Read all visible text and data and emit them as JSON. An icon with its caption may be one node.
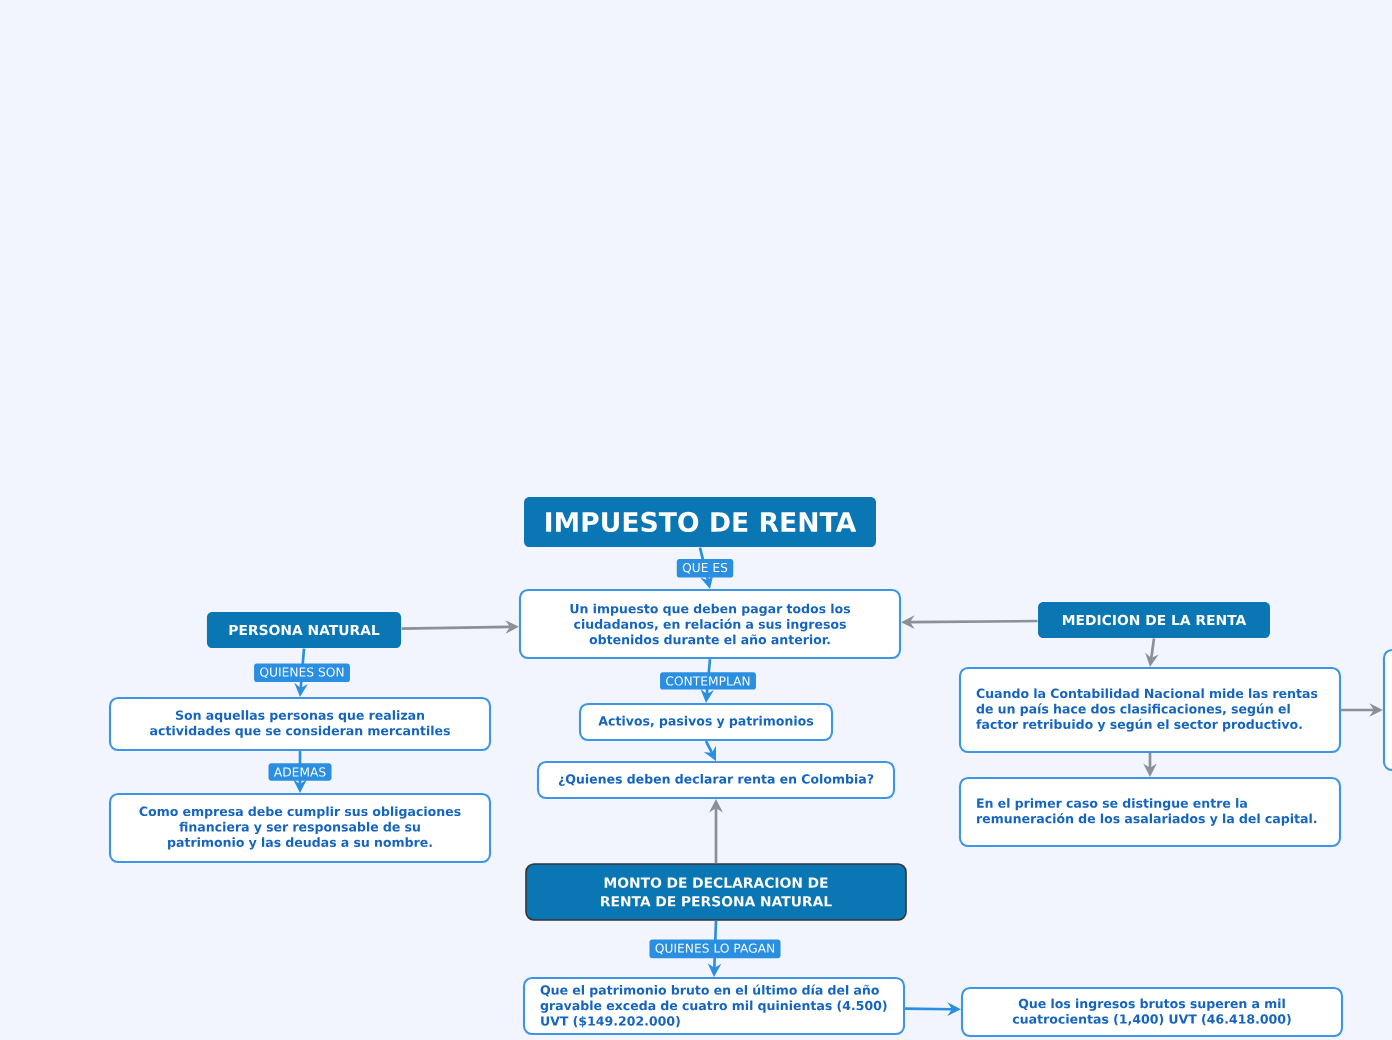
{
  "diagram": {
    "nodes": [
      {
        "text": [
          "IMPUESTO DE RENTA"
        ]
      },
      {
        "text": [
          "Un impuesto que deben pagar todos los ciudadanos, en relación a sus ingresos obtenidos durante el año anterior."
        ]
      },
      {
        "text": [
          "PERSONA NATURAL"
        ]
      },
      {
        "text": [
          "Son aquellas personas que realizan actividades que se consideran mercantiles"
        ]
      },
      {
        "text": [
          "Como empresa debe cumplir sus obligaciones financiera y ser responsable de su patrimonio y las deudas a su nombre."
        ]
      },
      {
        "text": [
          "Activos, pasivos y patrimonios"
        ]
      },
      {
        "text": [
          "¿Quienes deben declarar renta en Colombia?"
        ]
      },
      {
        "text": [
          "MEDICION DE LA RENTA"
        ]
      },
      {
        "text": [
          "Cuando la Contabilidad Nacional mide las rentas de un país hace dos clasificaciones, según el factor retribuido y según el sector productivo."
        ]
      },
      {
        "text": [
          "En el primer caso se distingue entre la remuneración de los asalariados y  la del capital."
        ]
      },
      {
        "text": [],
        "shape": "box"
      },
      {
        "text": [
          "MONTO DE DECLARACION DE RENTA DE PERSONA NATURAL"
        ]
      },
      {
        "text": [
          "Que el patrimonio bruto en el último día del año gravable exceda de cuatro mil quinientas (4.500) UVT ($149.202.000)"
        ]
      },
      {
        "text": [
          "Que los ingresos brutos superen a mil cuatrocientas (1,400) UVT (46.418.000)"
        ]
      }
    ],
    "edges": [
      {
        "from": 0,
        "to": 1,
        "arrow": "to",
        "label": "QUE ES"
      },
      {
        "from": 2,
        "to": 1,
        "arrow": "to",
        "color": "#8a8f98"
      },
      {
        "from": 7,
        "to": 1,
        "arrow": "to",
        "color": "#8a8f98"
      },
      {
        "from": 2,
        "to": 3,
        "arrow": "to",
        "label": "QUIENES SON"
      },
      {
        "from": 3,
        "to": 4,
        "arrow": "to",
        "label": "ADEMAS"
      },
      {
        "from": 1,
        "to": 5,
        "arrow": "to",
        "label": "CONTEMPLAN"
      },
      {
        "from": 5,
        "to": 6,
        "arrow": "to"
      },
      {
        "from": 11,
        "to": 6,
        "arrow": "to",
        "color": "#8a8f98"
      },
      {
        "from": 7,
        "to": 8,
        "arrow": "to",
        "color": "#8a8f98"
      },
      {
        "from": 8,
        "to": 9,
        "arrow": "to",
        "color": "#8a8f98"
      },
      {
        "from": 8,
        "to": 10,
        "arrow": "to",
        "color": "#8a8f98"
      },
      {
        "from": 11,
        "to": 12,
        "arrow": "to",
        "label": "QUIENES LO PAGAN"
      },
      {
        "from": 12,
        "to": 13,
        "arrow": "to"
      }
    ]
  }
}
